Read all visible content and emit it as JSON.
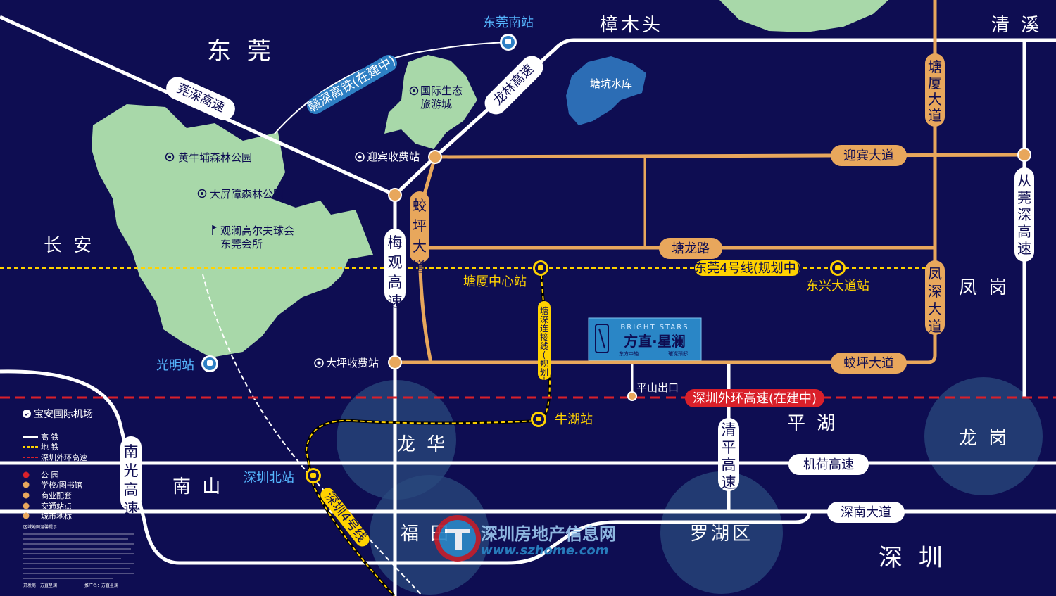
{
  "regions": {
    "dongguan": "东 莞",
    "changan": "长 安",
    "zhangmutou": "樟木头",
    "qingxi": "清 溪",
    "fenggang": "凤 岗",
    "nanshan": "南 山",
    "pinghu": "平 湖",
    "shenzhen": "深 圳"
  },
  "districts": {
    "longhua": "龙 华",
    "longgang": "龙 岗",
    "futian": "福 田",
    "luohu": "罗湖区"
  },
  "water": {
    "tangkeng_reservoir": "塘坑水库"
  },
  "pois": {
    "intl_eco_city_1": "国际生态",
    "intl_eco_city_2": "旅游城",
    "huangniupu_park": "黄牛埔森林公园",
    "dapingzhang_park": "大屏障森林公园",
    "golf_1": "观澜高尔夫球会",
    "golf_2": "东莞会所",
    "pingshan_exit": "平山出口"
  },
  "tolls": {
    "yingbin": "迎宾收费站",
    "daping": "大坪收费站"
  },
  "stations": {
    "dongguan_south": "东莞南站",
    "guangming": "光明站",
    "shenzhen_north": "深圳北站",
    "tangxia_center": "塘厦中心站",
    "dongxing_avenue": "东兴大道站",
    "niuhu": "牛湖站"
  },
  "roads": {
    "guanshen_expressway": "莞深高速",
    "ganshen_hsr": "赣深高铁(在建中)",
    "longlin_expressway": "龙林高速",
    "tangxia_avenue": "塘厦大道",
    "yingbin_avenue": "迎宾大道",
    "congguan_expressway": "从莞深高速",
    "jiaoping_avenue_v": "蛟坪大道",
    "meiguan_expressway": "梅观高速",
    "tanglong_road": "塘龙路",
    "dongguan_line4": "东莞4号线(规划中)",
    "fengshen_avenue": "凤深大道",
    "tangshen_link": "塘深连接线(规划中)",
    "jiaoping_avenue_h": "蛟坪大道",
    "shenzhen_outer_ring": "深圳外环高速(在建中)",
    "nanguang_expressway": "南光高速",
    "qingping_expressway": "清平高速",
    "jihe_expressway": "机荷高速",
    "shennan_avenue": "深南大道",
    "shenzhen_line4": "深圳4号线"
  },
  "project": {
    "brand_en": "BRIGHT STARS",
    "name": "方直·星澜",
    "tagline_left": "东方中轴",
    "tagline_right": "璀璨臻邸"
  },
  "legend": {
    "airport": "宝安国际机场",
    "hsr": "高 铁",
    "metro": "地 铁",
    "outer_ring": "深圳外环高速",
    "park": "公 园",
    "school": "学校/图书馆",
    "commercial": "商业配套",
    "transit": "交通站点",
    "landmark": "城市地标",
    "notes_title": "区域地图温馨提示：",
    "developer": "开发商：方直星澜",
    "agent": "推广名：方直星澜"
  },
  "watermark": {
    "cn": "深圳房地产信息网",
    "url": "www.szhome.com"
  },
  "colors": {
    "background": "#0e0d52",
    "land": "#a8d8a9",
    "reservoir": "#2c6db5",
    "orange_road": "#e8a75c",
    "white_road": "#ffffff",
    "metro": "#ffd200",
    "hsr_label": "#2d7fc4",
    "outer_ring": "#d9202a",
    "project_box": "#2a86c6",
    "district_circle": "#2a4a7e"
  },
  "icons": {
    "rail": "train-icon",
    "metro": "metro-icon",
    "toll": "toll-icon",
    "park": "park-icon",
    "golf": "golf-icon",
    "airport": "airplane-icon"
  }
}
